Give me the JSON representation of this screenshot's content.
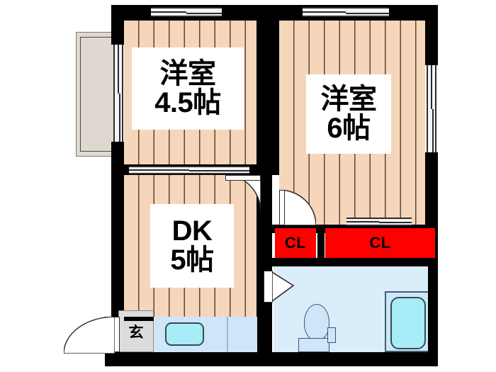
{
  "plan": {
    "title": "間取り図",
    "type": "2DK apartment floor plan",
    "unit_note": "帖"
  },
  "rooms": [
    {
      "id": "washitsu-45",
      "name_line1": "洋室",
      "name_line2": "4.5帖",
      "floor": "wood",
      "position": "top-left"
    },
    {
      "id": "washitsu-6",
      "name_line1": "洋室",
      "name_line2": "6帖",
      "floor": "wood",
      "position": "top-right"
    },
    {
      "id": "dk-5",
      "name_line1": "DK",
      "name_line2": "5帖",
      "floor": "wood",
      "position": "bottom-left"
    }
  ],
  "closets": [
    {
      "id": "cl-left",
      "label": "CL",
      "color": "#ff0000"
    },
    {
      "id": "cl-right",
      "label": "CL",
      "color": "#ff0000"
    }
  ],
  "entrance": {
    "label": "玄",
    "name": "genkan",
    "floor_color": "#dcdcdc"
  },
  "fixtures": [
    {
      "id": "kitchen-sink",
      "name": "sink-basin",
      "color": "#a8ecf8"
    },
    {
      "id": "bathtub",
      "name": "bathtub",
      "color": "#a8ecf8"
    },
    {
      "id": "toilet",
      "name": "toilet",
      "color": "#cfe6f8"
    }
  ],
  "openings": {
    "windows": [
      {
        "id": "win-top-left",
        "orientation": "horizontal",
        "wall": "north"
      },
      {
        "id": "win-top-right",
        "orientation": "horizontal",
        "wall": "north"
      },
      {
        "id": "win-left-upper",
        "orientation": "vertical",
        "wall": "west"
      },
      {
        "id": "win-right",
        "orientation": "vertical",
        "wall": "east"
      },
      {
        "id": "win-mid-left",
        "orientation": "horizontal",
        "wall": "interior"
      },
      {
        "id": "win-mid-right",
        "orientation": "horizontal",
        "wall": "interior"
      },
      {
        "id": "win-bottom-right",
        "orientation": "horizontal",
        "wall": "interior"
      }
    ],
    "doors": [
      {
        "id": "entrance-door",
        "type": "swing",
        "hinge": "top-right"
      },
      {
        "id": "dk-door",
        "type": "swing",
        "hinge": "top-left"
      },
      {
        "id": "room6-door",
        "type": "swing",
        "hinge": "top-left"
      },
      {
        "id": "bath-door",
        "type": "folding",
        "hinge": "left"
      }
    ]
  },
  "balcony": {
    "id": "balcony-west",
    "name": "balcony",
    "color": "#ded8d0"
  },
  "colors": {
    "wall": "#000000",
    "wood_floor": "#f6d6ba",
    "wood_plank_line": "#5b4636",
    "tile_floor": "#cfe6f8",
    "bath_floor": "#d9edfb",
    "closet_red": "#ff0000",
    "entrance_gray": "#dcdcdc",
    "fixture_cyan": "#a8ecf8",
    "background": "#ffffff"
  }
}
